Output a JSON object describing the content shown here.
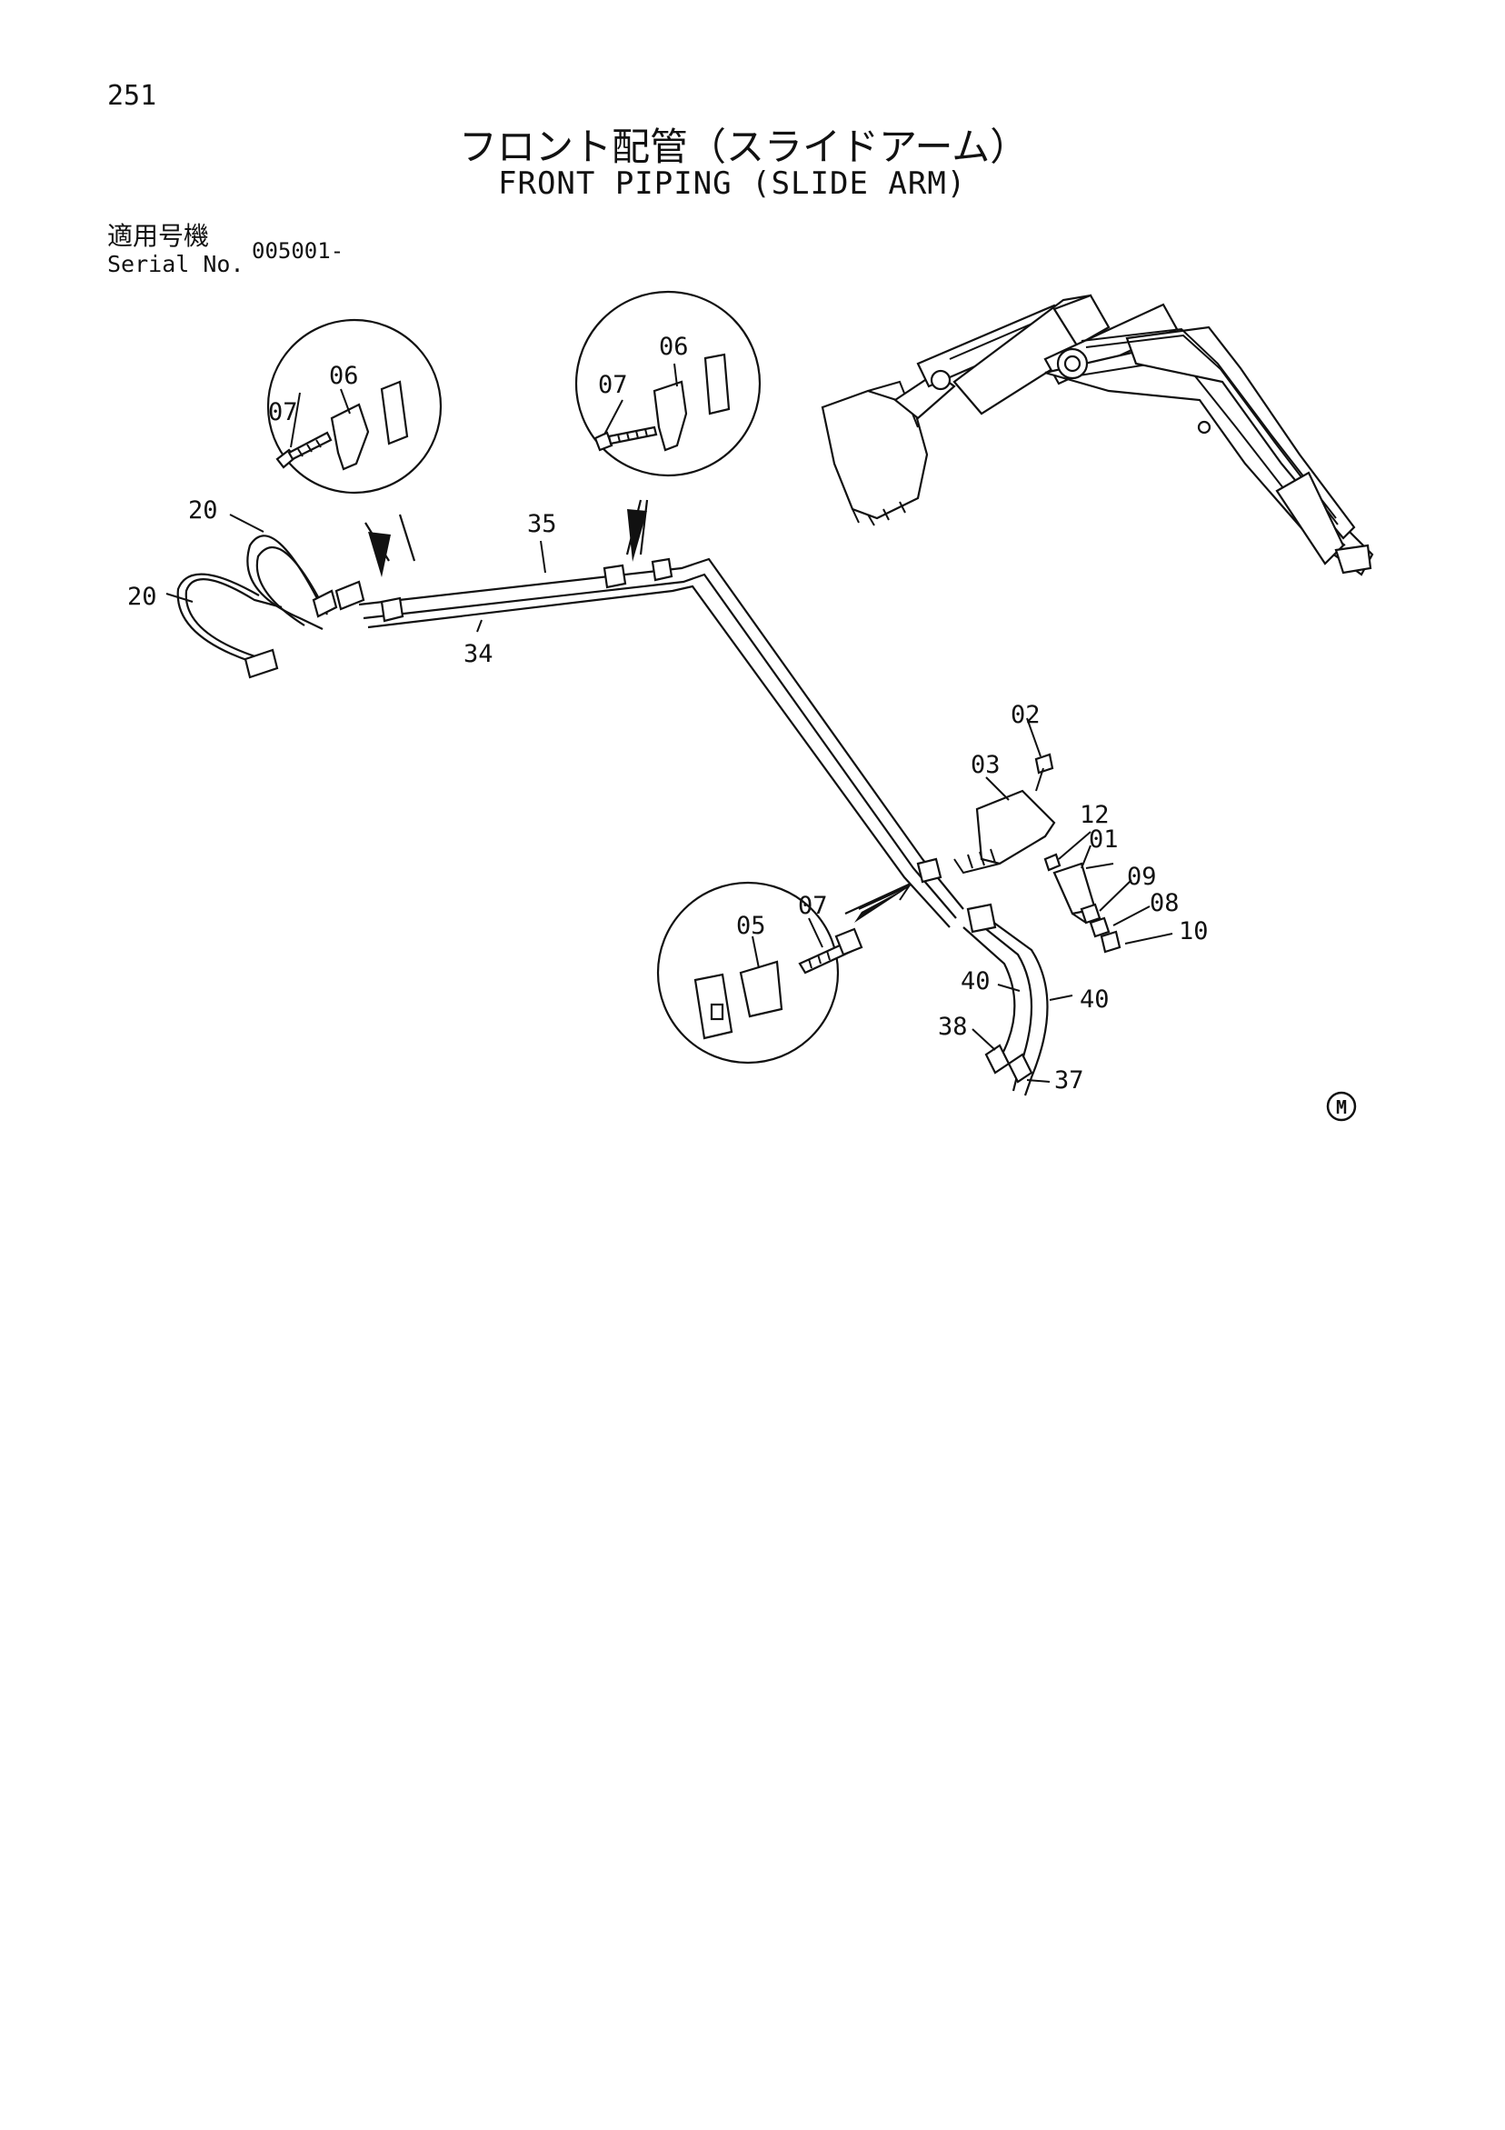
{
  "page": {
    "number": "251",
    "title_jp": "フロント配管（スライドアーム）",
    "title_en": "FRONT PIPING (SLIDE ARM)"
  },
  "serial": {
    "label_jp": "適用号機",
    "label_en": "Serial No.",
    "value": "005001-"
  },
  "callouts": {
    "c01": "01",
    "c02": "02",
    "c03": "03",
    "c05": "05",
    "c06a": "06",
    "c06b": "06",
    "c07a": "07",
    "c07b": "07",
    "c07c": "07",
    "c08": "08",
    "c09": "09",
    "c10": "10",
    "c12": "12",
    "c20a": "20",
    "c20b": "20",
    "c34": "34",
    "c35": "35",
    "c37": "37",
    "c38": "38",
    "c40a": "40",
    "c40b": "40"
  },
  "mark": "M"
}
